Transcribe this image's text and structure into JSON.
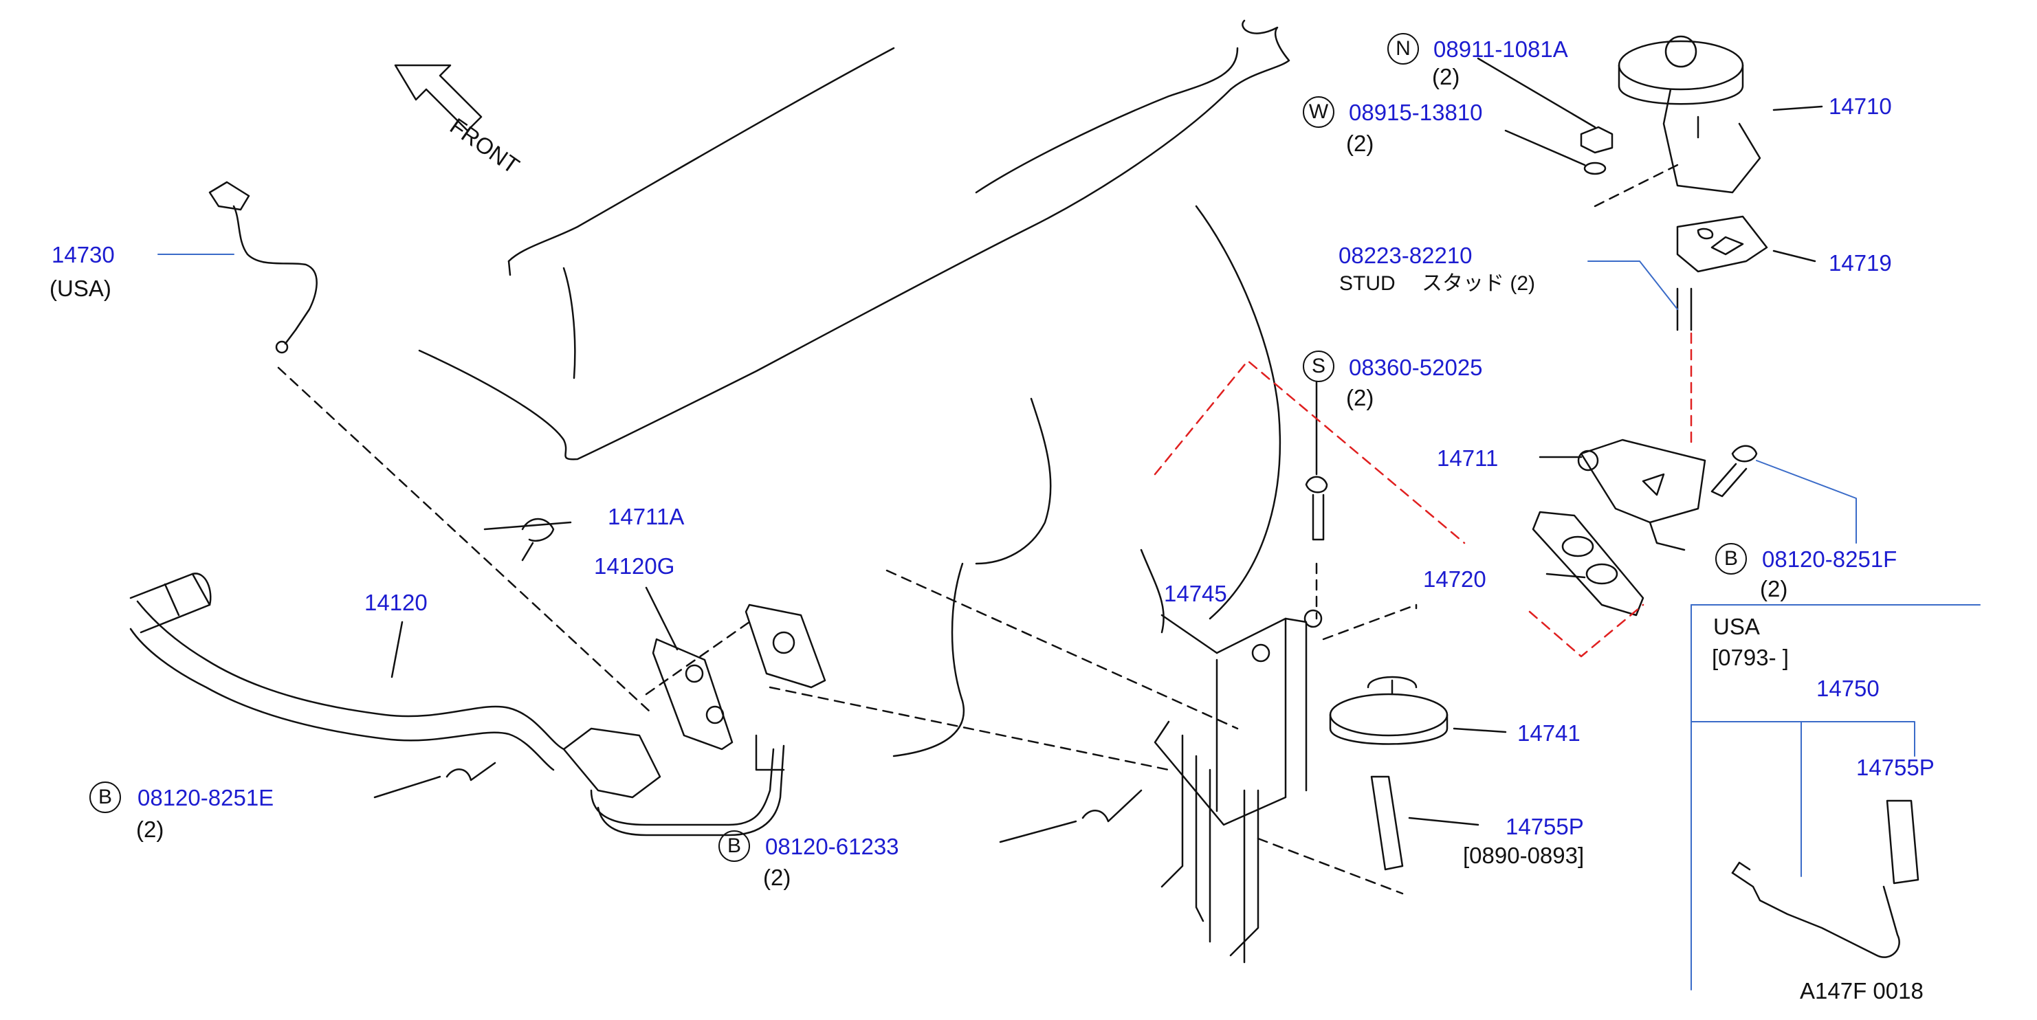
{
  "diagram": {
    "front_label": "FRONT",
    "drawing_code": "A147F  0018",
    "colors": {
      "part_number": "#1c1cd0",
      "line": "#111111",
      "leader_blue": "#3a6bc8",
      "red_dash": "#e02020"
    }
  },
  "labels": {
    "p14730": "14730",
    "usa_14730": "(USA)",
    "p14711A": "14711A",
    "p14120G": "14120G",
    "p14120": "14120",
    "b_08120_8251E": "08120-8251E",
    "qty_8251E": "(2)",
    "b_08120_61233": "08120-61233",
    "qty_61233": "(2)",
    "p14745": "14745",
    "s_08360_52025": "08360-52025",
    "qty_52025": "(2)",
    "n_08911_1081A": "08911-1081A",
    "qty_1081A": "(2)",
    "w_08915_13810": "08915-13810",
    "qty_13810": "(2)",
    "p08223_82210": "08223-82210",
    "stud_text": "STUD　 スタッド  (2)",
    "p14710": "14710",
    "p14719": "14719",
    "p14711": "14711",
    "b_08120_8251F": "08120-8251F",
    "qty_8251F": "(2)",
    "p14720": "14720",
    "p14741": "14741",
    "p14755P_a": "14755P",
    "range_14755P": "[0890-0893]",
    "usa_box_title": "USA",
    "usa_box_range": "[0793-                    ]",
    "p14750": "14750",
    "p14755P_b": "14755P"
  },
  "markers": {
    "N": "N",
    "W": "W",
    "S": "S",
    "B1": "B",
    "B2": "B",
    "B3": "B"
  }
}
